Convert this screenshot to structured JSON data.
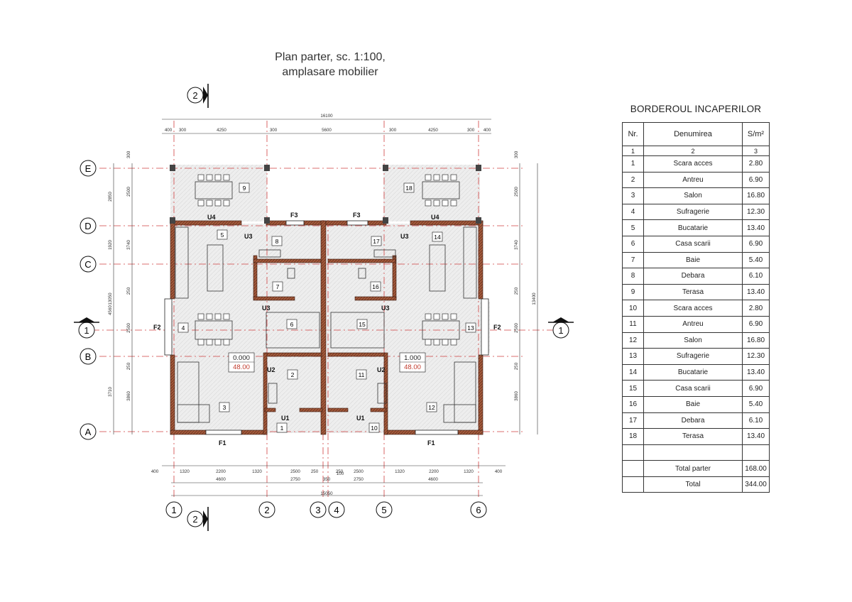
{
  "title": {
    "line1": "Plan parter, sc. 1:100,",
    "line2": "amplasare mobilier"
  },
  "table": {
    "title": "BORDEROUL INCAPERILOR",
    "headers": [
      "Nr.",
      "Denumirea",
      "S/m²"
    ],
    "index_row": [
      "1",
      "2",
      "3"
    ],
    "rows": [
      {
        "nr": "1",
        "name": "Scara acces",
        "area": "2.80"
      },
      {
        "nr": "2",
        "name": "Antreu",
        "area": "6.90"
      },
      {
        "nr": "3",
        "name": "Salon",
        "area": "16.80"
      },
      {
        "nr": "4",
        "name": "Sufragerie",
        "area": "12.30"
      },
      {
        "nr": "5",
        "name": "Bucatarie",
        "area": "13.40"
      },
      {
        "nr": "6",
        "name": "Casa scarii",
        "area": "6.90"
      },
      {
        "nr": "7",
        "name": "Baie",
        "area": "5.40"
      },
      {
        "nr": "8",
        "name": "Debara",
        "area": "6.10"
      },
      {
        "nr": "9",
        "name": "Terasa",
        "area": "13.40"
      },
      {
        "nr": "10",
        "name": "Scara acces",
        "area": "2.80"
      },
      {
        "nr": "11",
        "name": "Antreu",
        "area": "6.90"
      },
      {
        "nr": "12",
        "name": "Salon",
        "area": "16.80"
      },
      {
        "nr": "13",
        "name": "Sufragerie",
        "area": "12.30"
      },
      {
        "nr": "14",
        "name": "Bucatarie",
        "area": "13.40"
      },
      {
        "nr": "15",
        "name": "Casa scarii",
        "area": "6.90"
      },
      {
        "nr": "16",
        "name": "Baie",
        "area": "5.40"
      },
      {
        "nr": "17",
        "name": "Debara",
        "area": "6.10"
      },
      {
        "nr": "18",
        "name": "Terasa",
        "area": "13.40"
      }
    ],
    "total_parter_label": "Total parter",
    "total_parter": "168.00",
    "total_label": "Total",
    "total": "344.00"
  },
  "plan": {
    "row_axes": [
      "E",
      "D",
      "C",
      "B",
      "A"
    ],
    "col_axes": [
      "1",
      "2",
      "3",
      "4",
      "5",
      "6"
    ],
    "section_marks": {
      "vertical": "2",
      "horizontal": "1"
    },
    "room_numbers": [
      "1",
      "2",
      "3",
      "4",
      "5",
      "6",
      "7",
      "8",
      "9",
      "10",
      "11",
      "12",
      "13",
      "14",
      "15",
      "16",
      "17",
      "18"
    ],
    "elevations": [
      {
        "level": "0.000",
        "area": "48.00"
      },
      {
        "level": "1.000",
        "area": "48.00"
      }
    ],
    "openings": {
      "F1": "F1",
      "F2": "F2",
      "F3": "F3",
      "U1": "U1",
      "U2": "U2",
      "U3": "U3",
      "U4": "U4"
    },
    "dims_top": {
      "overall": "16100",
      "row1": [
        "400",
        "300",
        "4250",
        "300",
        "5600",
        "300",
        "4250",
        "300",
        "400"
      ]
    },
    "dims_bottom": {
      "row1": [
        "400",
        "1320",
        "2200",
        "1320",
        "2500",
        "250",
        "250",
        "2500",
        "1320",
        "2200",
        "1320",
        "400"
      ],
      "small": "100",
      "row2": [
        "4600",
        "2750",
        "350",
        "2750",
        "4600"
      ],
      "overall": "15050"
    },
    "dims_left": {
      "outer": [
        "2850",
        "1920",
        "13050",
        "4560",
        "3710"
      ],
      "inner": [
        "300",
        "2500",
        "3740",
        "250",
        "2500",
        "250",
        "3860"
      ]
    },
    "dims_right": {
      "outer": "13400",
      "inner": [
        "300",
        "2500",
        "3740",
        "250",
        "2500",
        "250",
        "3860"
      ]
    }
  }
}
